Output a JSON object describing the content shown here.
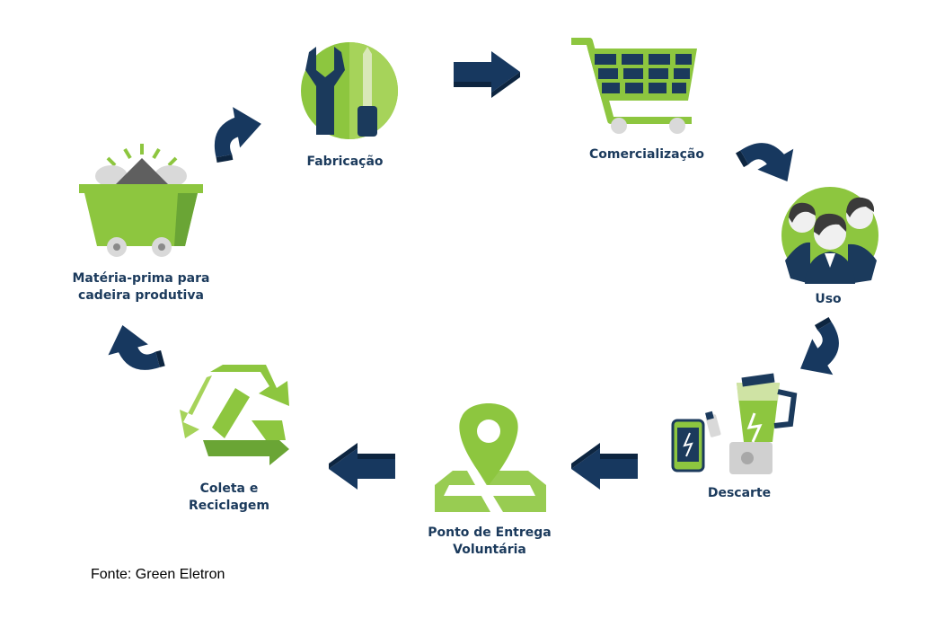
{
  "colors": {
    "green": "#8dc63f",
    "green_dark": "#6aa535",
    "navy": "#1b3a5c",
    "navy_arrow": "#17385f",
    "grey_light": "#d9d9d9",
    "grey_dark": "#5f5f5f"
  },
  "steps": [
    {
      "id": "fabricacao",
      "icon": "wrench-screwdriver-icon",
      "label_lines": [
        "Fabricação"
      ]
    },
    {
      "id": "comercializacao",
      "icon": "shopping-cart-icon",
      "label_lines": [
        "Comercialização"
      ]
    },
    {
      "id": "uso",
      "icon": "people-icon",
      "label_lines": [
        "Uso"
      ]
    },
    {
      "id": "descarte",
      "icon": "electronics-discard-icon",
      "label_lines": [
        "Descarte"
      ]
    },
    {
      "id": "ponto-entrega",
      "icon": "map-pin-icon",
      "label_lines": [
        "Ponto de Entrega",
        "Voluntária"
      ]
    },
    {
      "id": "coleta",
      "icon": "recycle-icon",
      "label_lines": [
        "Coleta e",
        "Reciclagem"
      ]
    },
    {
      "id": "materia-prima",
      "icon": "mine-cart-icon",
      "label_lines": [
        "Matéria-prima para",
        "cadeira produtiva"
      ]
    }
  ],
  "source": "Fonte: Green Eletron"
}
